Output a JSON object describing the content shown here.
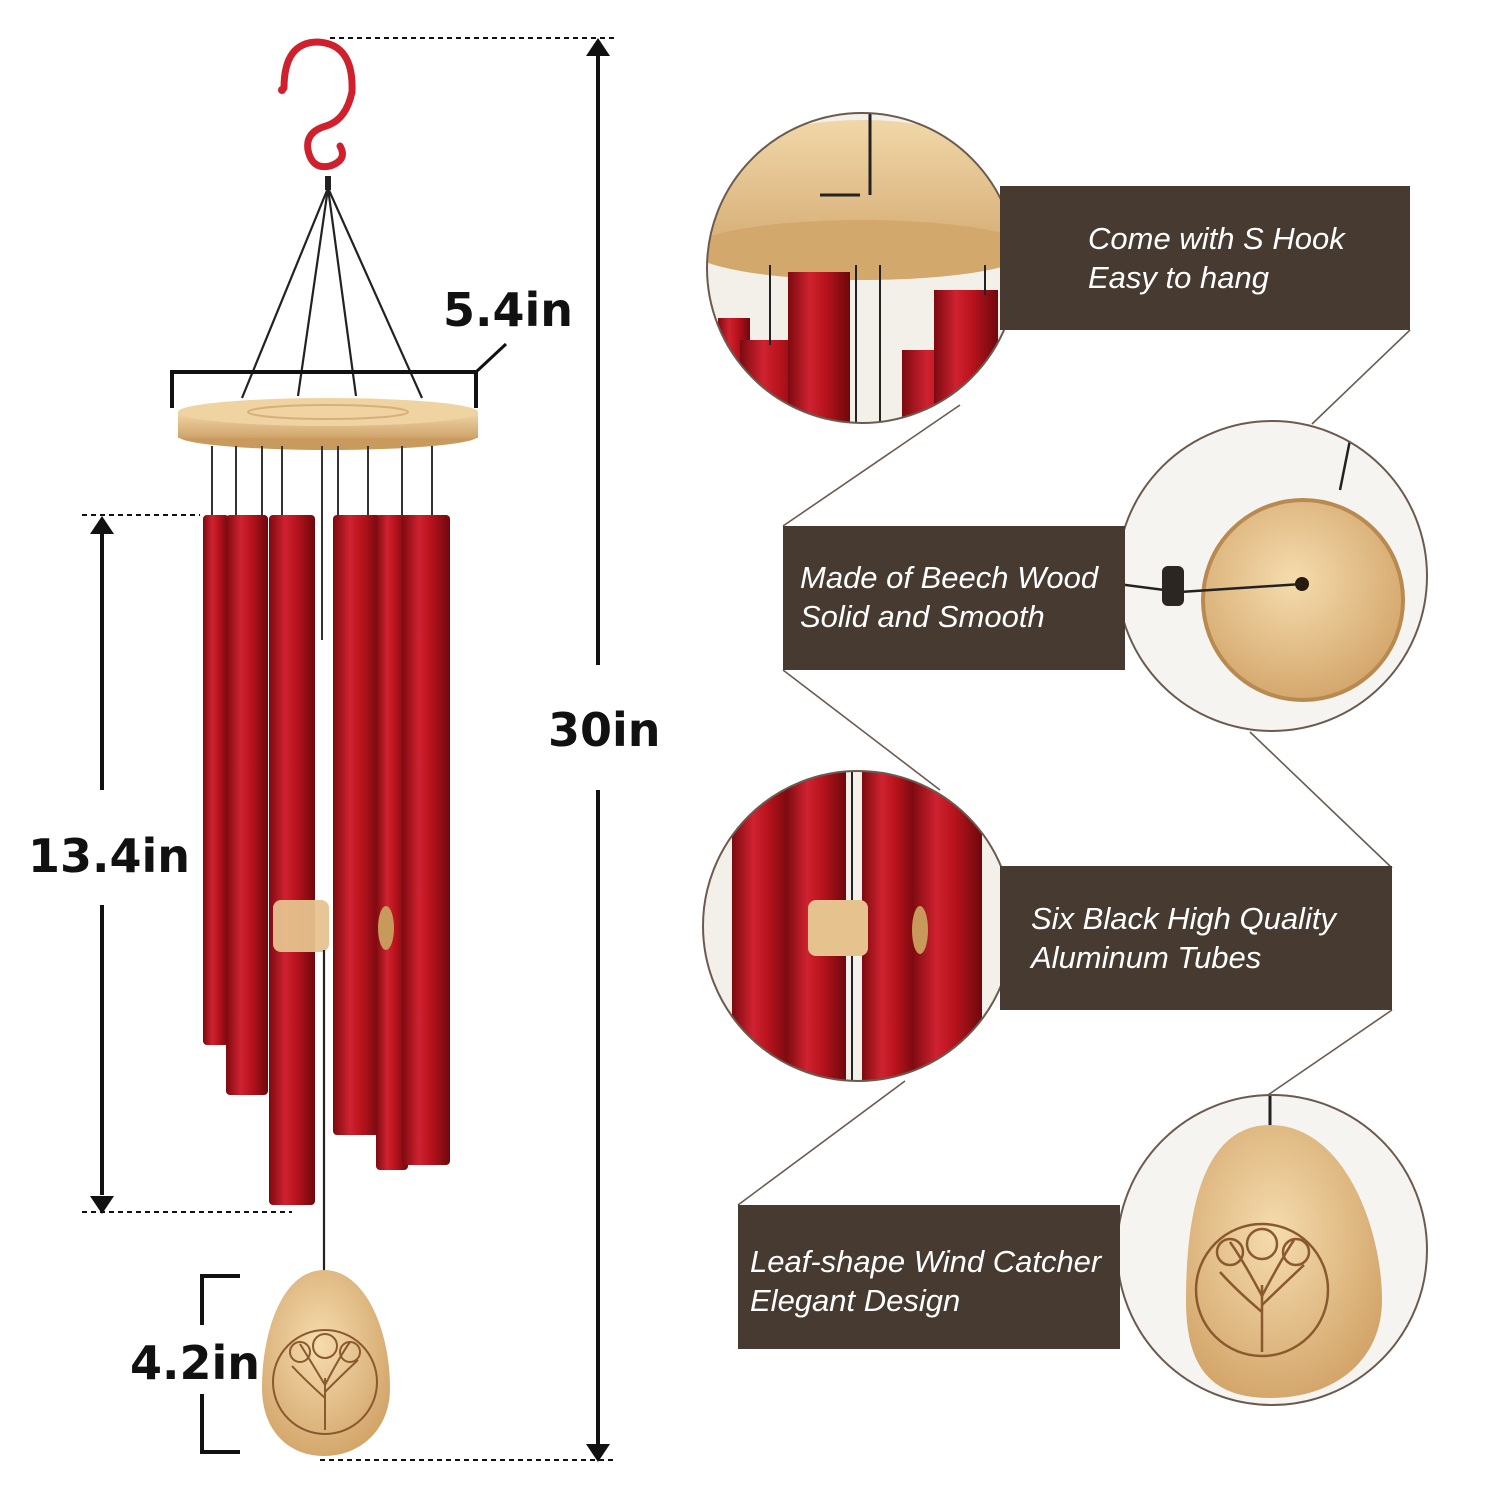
{
  "dimensions": {
    "width": "5.4in",
    "total_height": "30in",
    "tube_length": "13.4in",
    "catcher_height": "4.2in"
  },
  "features": [
    {
      "line1": "Come with S Hook",
      "line2": "Easy to hang"
    },
    {
      "line1": "Made of Beech Wood",
      "line2": "Solid and Smooth"
    },
    {
      "line1": "Six Black High Quality",
      "line2": "Aluminum Tubes"
    },
    {
      "line1": "Leaf-shape Wind Catcher",
      "line2": "Elegant Design"
    }
  ],
  "colors": {
    "tube_red": "#b3101a",
    "wood": "#e2bf8a",
    "hook_red": "#d0202e",
    "panel": "#463a31"
  }
}
